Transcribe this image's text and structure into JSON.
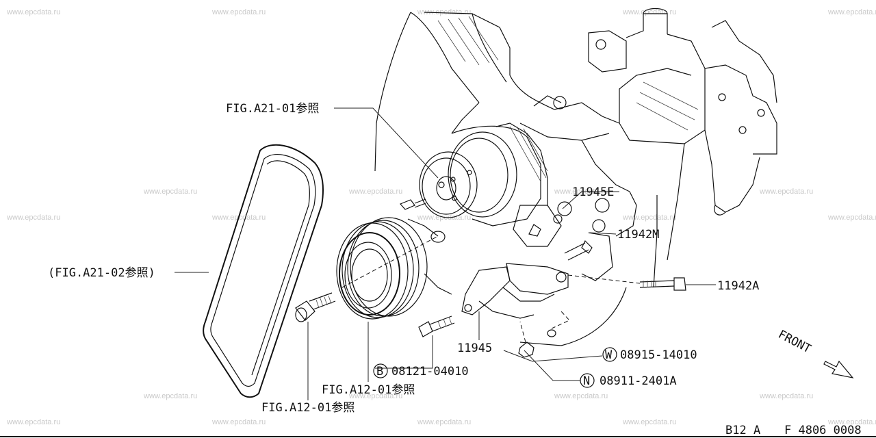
{
  "watermark": "www.epcdata.ru",
  "labels": {
    "fig_a21_01": "FIG.A21-01参照",
    "part_11945e": "11945E",
    "part_11942m": "11942M",
    "fig_a21_02": "(FIG.A21-02参照)",
    "part_11942a": "11942A",
    "part_11945": "11945",
    "w_letter": "W",
    "part_08915_14010": "08915-14010",
    "b_letter": "B",
    "part_08121_04010": "08121-04010",
    "n_letter": "N",
    "part_08911_2401a": "08911-2401A",
    "fig_a12_01_lower": "FIG.A12-01参照",
    "fig_a12_01_bottom": "FIG.A12-01参照",
    "front": "FRONT"
  },
  "footer": {
    "section_code": "B12 A",
    "figure_code": "F 4806 0008"
  },
  "icons": {
    "front_arrow": "arrow-down-right-icon",
    "b_marker": "circle-letter-icon",
    "w_marker": "circle-letter-icon",
    "n_marker": "circle-letter-icon"
  }
}
